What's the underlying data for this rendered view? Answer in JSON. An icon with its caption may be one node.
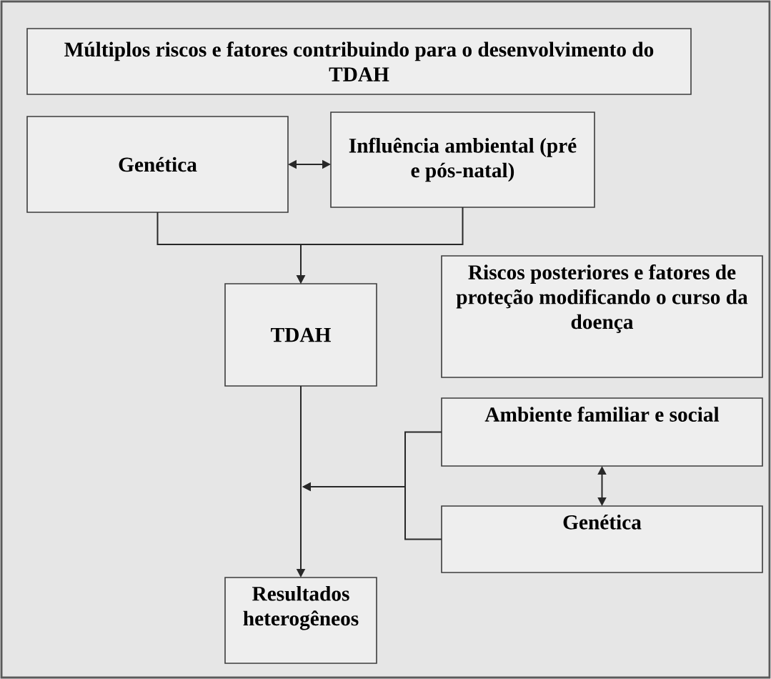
{
  "diagram": {
    "nodes": [
      {
        "text": [
          "Múltiplos riscos e fatores contribuindo para o desenvolvimento do TDAH"
        ]
      },
      {
        "text": [
          "Genética"
        ]
      },
      {
        "text": [
          "Influência ambiental (pré e pós-natal)"
        ]
      },
      {
        "text": [
          "TDAH"
        ]
      },
      {
        "text": [
          "Riscos posteriores e fatores de proteção modificando o curso da doença"
        ]
      },
      {
        "text": [
          "Ambiente familiar e social"
        ]
      },
      {
        "text": [
          "Genética"
        ]
      },
      {
        "text": [
          "Resultados heterogêneos"
        ]
      }
    ],
    "edges": [
      {
        "from": 1,
        "to": 2,
        "arrow": "both"
      },
      {
        "from": 1,
        "to": 3,
        "arrow": "to"
      },
      {
        "from": 2,
        "to": 3,
        "arrow": "to"
      },
      {
        "from": 3,
        "to": 7,
        "arrow": "to"
      },
      {
        "from": 5,
        "to": 6,
        "arrow": "both"
      },
      {
        "from": 5,
        "to": null,
        "arrow": "to"
      },
      {
        "from": 6,
        "to": null,
        "arrow": "to"
      }
    ]
  }
}
